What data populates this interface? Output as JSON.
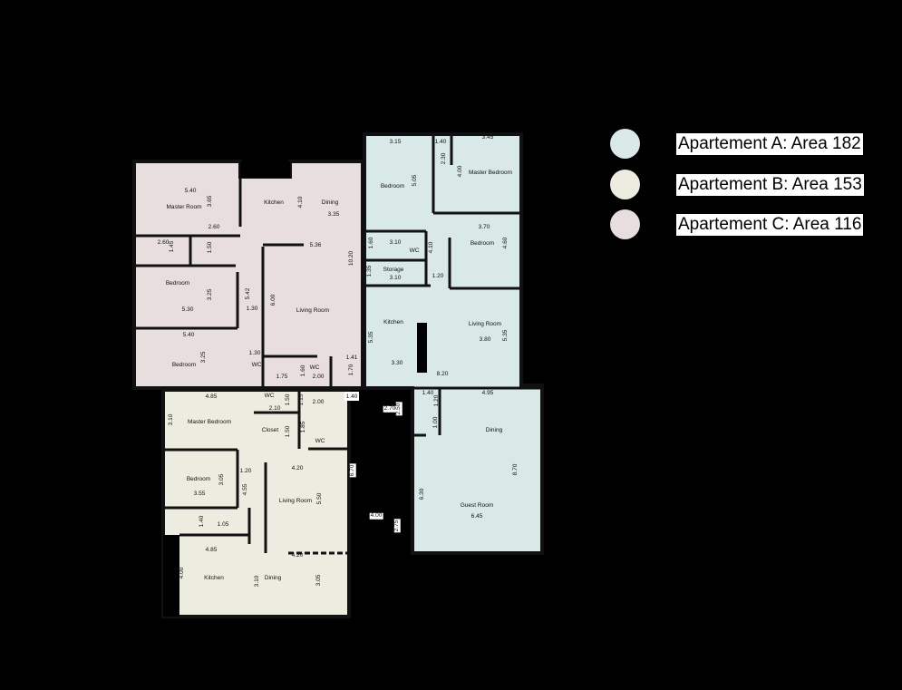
{
  "colors": {
    "apartment_a": "#d8e9e7",
    "apartment_b": "#edece1",
    "apartment_c": "#e7dedd",
    "wall": "#111111",
    "background": "#000000"
  },
  "legend": [
    {
      "label": "Apartement A: Area 182",
      "color": "#d8e9e7"
    },
    {
      "label": "Apartement B: Area 153",
      "color": "#edece1"
    },
    {
      "label": "Apartement C: Area 116",
      "color": "#e7dedd"
    }
  ],
  "plan": {
    "labels": [
      "5.40",
      "Master Room",
      "3.65",
      "2.60",
      "2.60",
      "1.45",
      "1.50",
      "Bedroom",
      "3.25",
      "5.30",
      "5.42",
      "1.30",
      "6.00",
      "Kitchen",
      "4.10",
      "Dining",
      "3.35",
      "5.36",
      "10.20",
      "Living Room",
      "5.40",
      "3.25",
      "Bedroom",
      "1.30",
      "WC",
      "1.75",
      "1.60",
      "WC",
      "2.00",
      "1.41",
      "1.70",
      "1.40",
      "4.85",
      "WC",
      "1.50",
      "1.15",
      "2.00",
      "2.10",
      "3.10",
      "Master Bedroom",
      "Closet",
      "1.50",
      "1.85",
      "WC",
      "4.20",
      "1.20",
      "6.70",
      "Bedroom",
      "3.05",
      "4.55",
      "3.55",
      "Living Room",
      "5.50",
      "1.40",
      "1.05",
      "4.85",
      "4.20",
      "4.00",
      "Kitchen",
      "3.10",
      "Dining",
      "3.05",
      "2.70",
      "2.50",
      "4.00",
      "2.75",
      "3.15",
      "1.40",
      "3.45",
      "2.30",
      "4.00",
      "Master Bedroom",
      "Bedroom",
      "5.05",
      "3.70",
      "Bedroom",
      "4.60",
      "1.60",
      "3.10",
      "WC",
      "4.10",
      "Storage",
      "3.10",
      "1.35",
      "1.20",
      "Kitchen",
      "Living Room",
      "3.80",
      "5.35",
      "5.35",
      "3.30",
      "8.20",
      "1.40",
      "1.20",
      "4.95",
      "1.00",
      "Dining",
      "8.70",
      "6.30",
      "Guest Room",
      "6.45"
    ]
  }
}
